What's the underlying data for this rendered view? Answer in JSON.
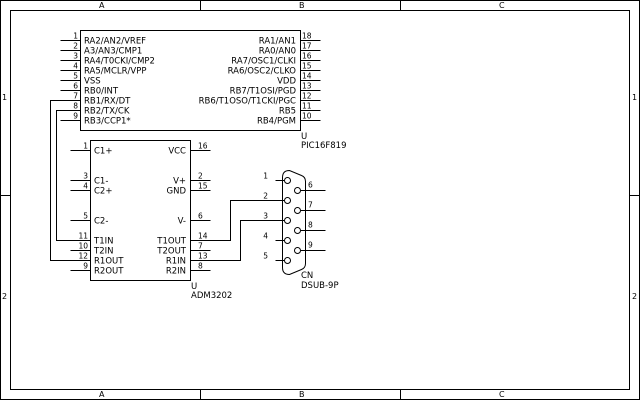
{
  "frame": {
    "columns": [
      "A",
      "B",
      "C"
    ],
    "rows": [
      "1",
      "2"
    ]
  },
  "pic": {
    "ref": "U",
    "part": "PIC16F819",
    "left_pins": [
      {
        "num": "1",
        "name": "RA2/AN2/VREF"
      },
      {
        "num": "2",
        "name": "A3/AN3/CMP1"
      },
      {
        "num": "3",
        "name": "RA4/T0CKI/CMP2"
      },
      {
        "num": "4",
        "name": "RA5/MCLR/VPP"
      },
      {
        "num": "5",
        "name": "VSS"
      },
      {
        "num": "6",
        "name": "RB0/INT"
      },
      {
        "num": "7",
        "name": "RB1/RX/DT"
      },
      {
        "num": "8",
        "name": "RB2/TX/CK"
      },
      {
        "num": "9",
        "name": "RB3/CCP1*"
      }
    ],
    "right_pins": [
      {
        "num": "18",
        "name": "RA1/AN1"
      },
      {
        "num": "17",
        "name": "RA0/AN0"
      },
      {
        "num": "16",
        "name": "RA7/OSC1/CLKI"
      },
      {
        "num": "15",
        "name": "RA6/OSC2/CLKO"
      },
      {
        "num": "14",
        "name": "VDD"
      },
      {
        "num": "13",
        "name": "RB7/T1OSI/PGD"
      },
      {
        "num": "12",
        "name": "RB6/T1OSO/T1CKI/PGC"
      },
      {
        "num": "11",
        "name": "RB5"
      },
      {
        "num": "10",
        "name": "RB4/PGM"
      }
    ]
  },
  "adm": {
    "ref": "U",
    "part": "ADM3202",
    "left_pins": [
      {
        "num": "1",
        "name": "C1+"
      },
      {
        "num": "3",
        "name": "C1-"
      },
      {
        "num": "4",
        "name": "C2+"
      },
      {
        "num": "5",
        "name": "C2-"
      },
      {
        "num": "11",
        "name": "T1IN"
      },
      {
        "num": "10",
        "name": "T2IN"
      },
      {
        "num": "12",
        "name": "R1OUT"
      },
      {
        "num": "9",
        "name": "R2OUT"
      }
    ],
    "right_pins": [
      {
        "num": "16",
        "name": "VCC"
      },
      {
        "num": "2",
        "name": "V+"
      },
      {
        "num": "15",
        "name": "GND"
      },
      {
        "num": "6",
        "name": "V-"
      },
      {
        "num": "14",
        "name": "T1OUT"
      },
      {
        "num": "7",
        "name": "T2OUT"
      },
      {
        "num": "13",
        "name": "R1IN"
      },
      {
        "num": "8",
        "name": "R2IN"
      }
    ]
  },
  "dsub": {
    "ref": "CN",
    "part": "DSUB-9P",
    "left_pins": [
      "1",
      "2",
      "3",
      "4",
      "5"
    ],
    "right_pins": [
      "6",
      "7",
      "8",
      "9"
    ]
  },
  "colors": {
    "line": "#000000",
    "background": "#ffffff"
  }
}
